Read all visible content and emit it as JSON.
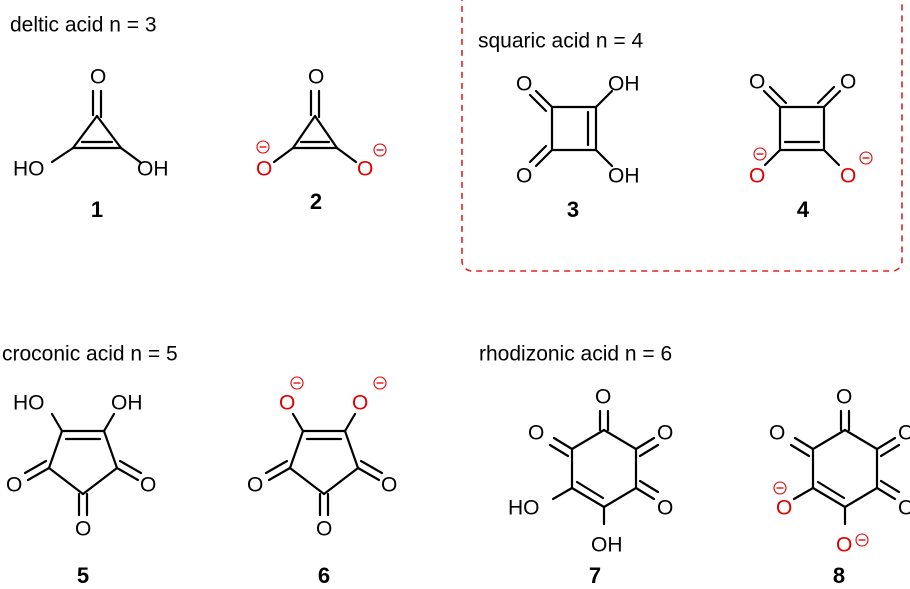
{
  "titles": {
    "deltic": "deltic acid   n = 3",
    "squaric": "squaric acid  n = 4",
    "croconic": "croconic acid  n = 5",
    "rhodizonic": "rhodizonic acid  n = 6"
  },
  "compound_numbers": [
    "1",
    "2",
    "3",
    "4",
    "5",
    "6",
    "7",
    "8"
  ],
  "atom_symbols": {
    "oxygen": "O",
    "hydroxyl_right": "OH",
    "hydroxyl_left": "HO"
  },
  "colors": {
    "bond": "#000000",
    "neutral_atom": "#000000",
    "anionic_oxygen": "#e00000",
    "highlight_box": "#e02020"
  },
  "highlight": {
    "style": "dashed",
    "encloses": [
      "3",
      "4"
    ]
  }
}
